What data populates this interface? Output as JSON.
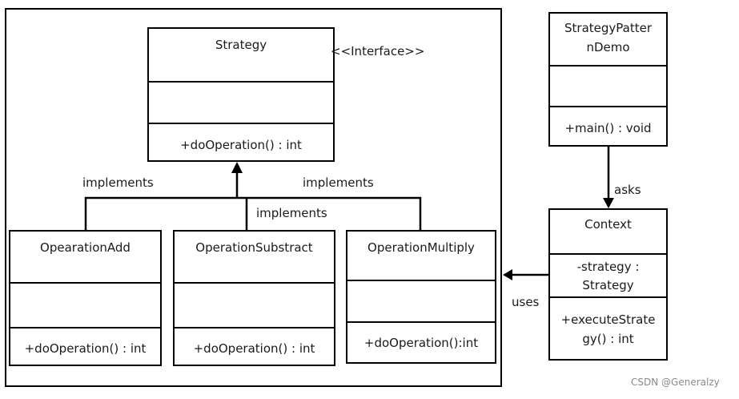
{
  "diagram": {
    "strategy": {
      "name": "Strategy",
      "stereotype": "<<Interface>>",
      "attributes": "",
      "operation": "+doOperation() : int"
    },
    "op_add": {
      "name": "OpearationAdd",
      "attributes": "",
      "operation": "+doOperation() : int"
    },
    "op_sub": {
      "name": "OperationSubstract",
      "attributes": "",
      "operation": "+doOperation() : int"
    },
    "op_mul": {
      "name": "OperationMultiply",
      "attributes": "",
      "operation": "+doOperation():int"
    },
    "demo": {
      "name_line1": "StrategyPatter",
      "name_line2": "nDemo",
      "attributes": "",
      "operation": "+main() : void"
    },
    "context": {
      "name": "Context",
      "attr_line1": "-strategy :",
      "attr_line2": "Strategy",
      "op_line1": "+executeStrate",
      "op_line2": "gy() : int"
    },
    "labels": {
      "implements_left": "implements",
      "implements_center": "implements",
      "implements_right": "implements",
      "asks": "asks",
      "uses": "uses"
    }
  },
  "watermark": "CSDN @Generalzy"
}
